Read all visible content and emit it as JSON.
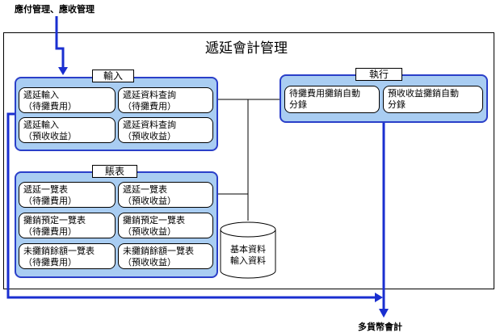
{
  "source_label": "應付管理、應收管理",
  "main_title": "遞延會計管理",
  "input_group": {
    "title": "輸入",
    "items": [
      {
        "line1": "遞延輸入",
        "line2": "（待攤費用）"
      },
      {
        "line1": "遞延資料查詢",
        "line2": "（待攤費用）"
      },
      {
        "line1": "遞延輸入",
        "line2": "（預收收益）"
      },
      {
        "line1": "遞延資料查詢",
        "line2": "（預收收益）"
      }
    ]
  },
  "report_group": {
    "title": "賬表",
    "items": [
      {
        "line1": "遞延一覽表",
        "line2": "（待攤費用）"
      },
      {
        "line1": "遞延一覽表",
        "line2": "（預收收益）"
      },
      {
        "line1": "攤銷預定一覽表",
        "line2": "（待攤費用）"
      },
      {
        "line1": "攤銷預定一覽表",
        "line2": "（預收收益）"
      },
      {
        "line1": "未攤銷餘額一覽表",
        "line2": "（待攤費用）"
      },
      {
        "line1": "未攤銷餘額一覽表",
        "line2": "（預收收益）"
      }
    ]
  },
  "exec_group": {
    "title": "執行",
    "items": [
      {
        "line1": "待攤費用攤銷自動",
        "line2": "分錄"
      },
      {
        "line1": "預收收益攤銷自動",
        "line2": "分錄"
      }
    ]
  },
  "database": {
    "line1": "基本資料",
    "line2": "輸入資料"
  },
  "target_label": "多貨幣會計",
  "colors": {
    "arrow": "#1a2fd0",
    "group_fill": "#a9cdf2",
    "group_border": "#2a3fc9"
  }
}
